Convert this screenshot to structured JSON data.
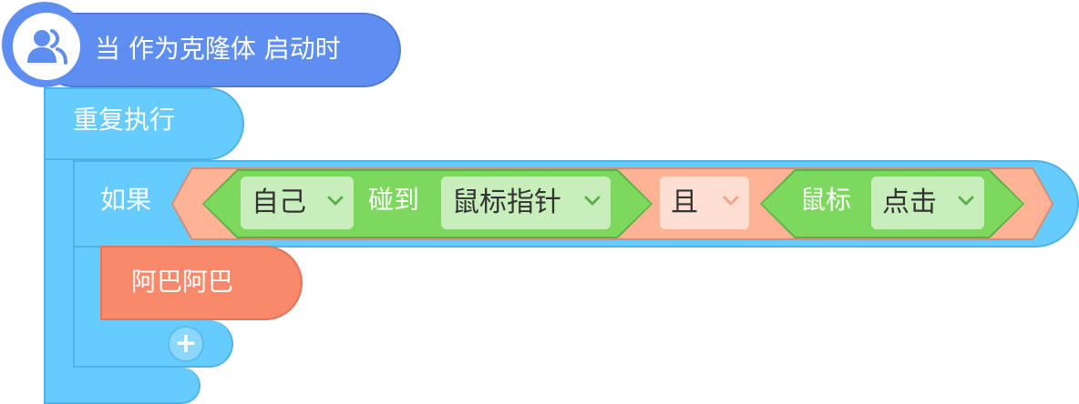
{
  "hat_block": {
    "label": "当 作为克隆体 启动时",
    "icon": "users-icon"
  },
  "forever_block": {
    "label": "重复执行"
  },
  "if_block": {
    "label": "如果",
    "add_button_label": "+"
  },
  "condition": {
    "touching": {
      "target_value": "自己",
      "label": "碰到",
      "object_value": "鼠标指针"
    },
    "operator_value": "且",
    "mouse": {
      "label": "鼠标",
      "action_value": "点击"
    }
  },
  "action_block": {
    "label": "阿巴阿巴"
  },
  "colors": {
    "event": "#5e8ef0",
    "control": "#66cbfd",
    "sensing": "#7dd85e",
    "operator": "#fdb394",
    "action": "#f9896b"
  }
}
